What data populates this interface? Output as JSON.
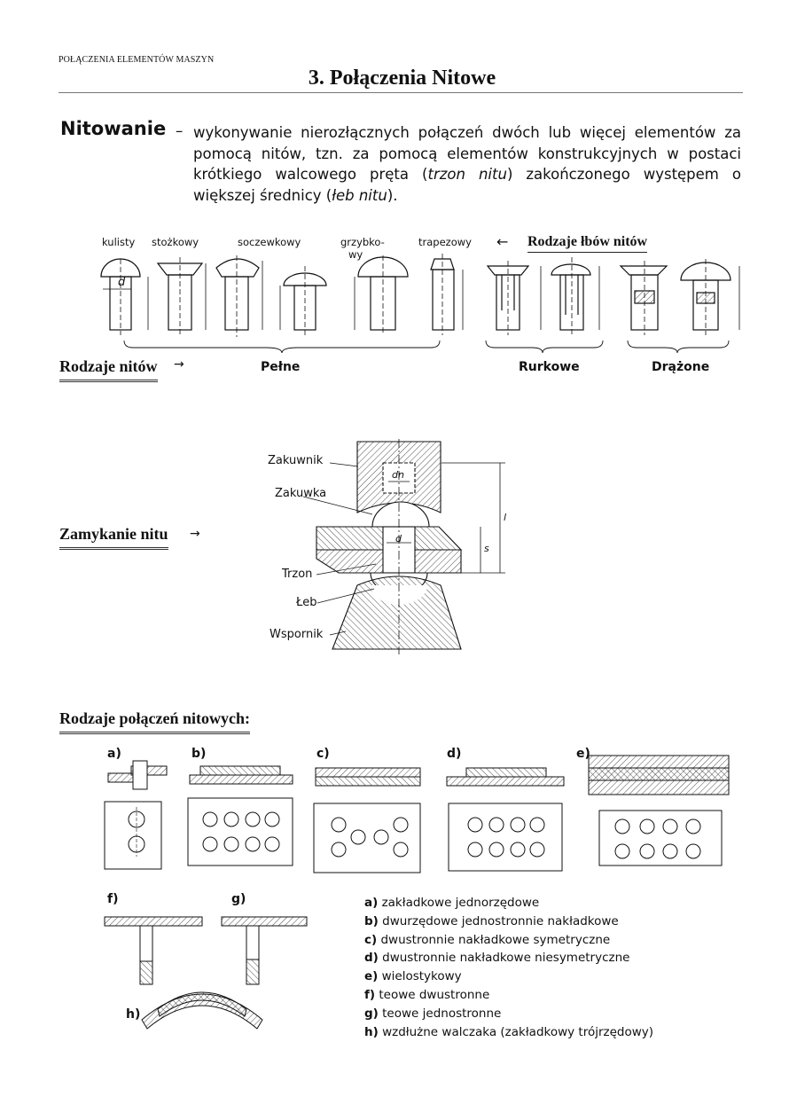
{
  "header": {
    "running_title": "POŁĄCZENIA ELEMENTÓW MASZYN",
    "chapter_title": "3. Połączenia Nitowe"
  },
  "definition": {
    "term": "Nitowanie",
    "dash": "–",
    "text_1": "wykonywanie nierozłącznych połączeń dwóch lub więcej elementów za pomocą nitów, tzn. za pomocą elementów konstrukcyjnych w postaci krótkiego walcowego pręta (",
    "term_shank": "trzon nitu",
    "text_2": ") zakończonego występem o większej średnicy (",
    "term_head": "łeb nitu",
    "text_3": ")."
  },
  "head_types": {
    "labels": [
      "kulisty",
      "stożkowy",
      "soczewkowy",
      "grzybko-",
      "wy",
      "trapezowy"
    ],
    "arrow": "←",
    "title": "Rodzaje łbów nitów",
    "dim_d": "d"
  },
  "rivet_types": {
    "title": "Rodzaje nitów",
    "arrow": "→",
    "groups": [
      "Pełne",
      "Rurkowe",
      "Drążone"
    ]
  },
  "closing": {
    "title": "Zamykanie nitu",
    "arrow": "→",
    "labels": [
      "Zakuwnik",
      "Zakuwka",
      "Trzon",
      "Łeb",
      "Wspornik"
    ],
    "dims": [
      "d",
      "dn",
      "l",
      "s"
    ]
  },
  "joint_types": {
    "title": "Rodzaje połączeń nitowych:",
    "figure_letters": [
      "a)",
      "b)",
      "c)",
      "d)",
      "e)",
      "f)",
      "g)",
      "h)"
    ],
    "legend": [
      {
        "key": "a)",
        "text": "zakładkowe jednorzędowe"
      },
      {
        "key": "b)",
        "text": "dwurzędowe jednostronnie nakładkowe"
      },
      {
        "key": "c)",
        "text": "dwustronnie nakładkowe symetryczne"
      },
      {
        "key": "d)",
        "text": "dwustronnie nakładkowe niesymetryczne"
      },
      {
        "key": "e)",
        "text": "wielostykowy"
      },
      {
        "key": "f)",
        "text": "teowe dwustronne"
      },
      {
        "key": "g)",
        "text": "teowe jednostronne"
      },
      {
        "key": "h)",
        "text": "wzdłużne walczaka (zakładkowy trójrzędowy)"
      }
    ]
  }
}
